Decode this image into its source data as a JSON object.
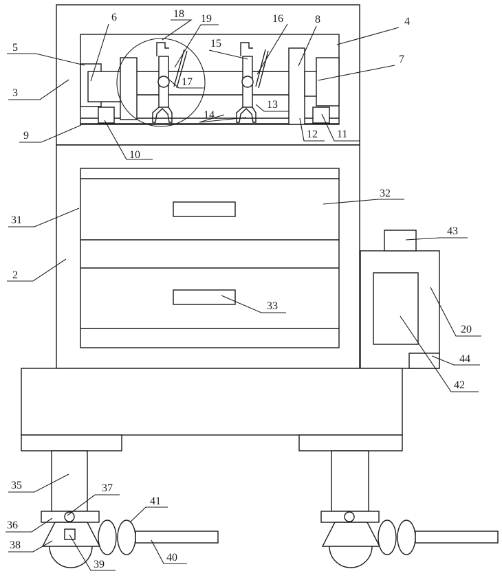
{
  "diagram": {
    "labels": [
      "2",
      "3",
      "4",
      "5",
      "6",
      "7",
      "8",
      "9",
      "10",
      "11",
      "12",
      "13",
      "14",
      "15",
      "16",
      "17",
      "18",
      "19",
      "20",
      "31",
      "32",
      "33",
      "35",
      "36",
      "37",
      "38",
      "39",
      "40",
      "41",
      "42",
      "43",
      "44"
    ]
  }
}
